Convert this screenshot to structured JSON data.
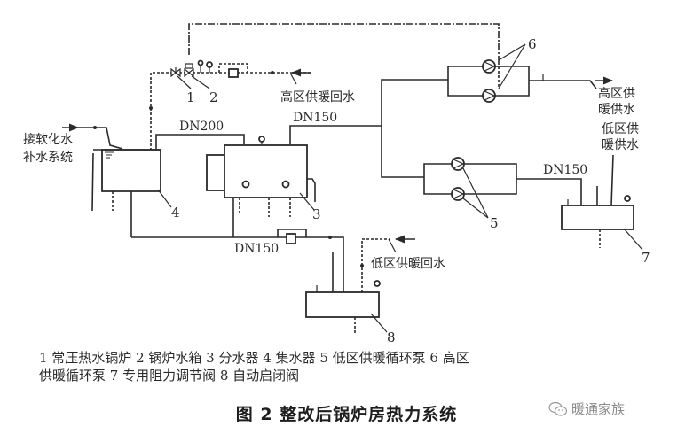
{
  "figure": {
    "caption": "图 2   整改后锅炉房热力系统",
    "watermark": "暖通家族",
    "watermark_icon": "wechat-icon"
  },
  "labels": {
    "makeup_water_line1": "接软化水",
    "makeup_water_line2": "补水系统",
    "dn200": "DN200",
    "dn150_boiler_out": "DN150",
    "dn150_bottom": "DN150",
    "dn150_low_supply": "DN150",
    "high_zone_return": "高区供暖回水",
    "high_zone_supply_line1": "高区供",
    "high_zone_supply_line2": "暖供水",
    "low_zone_supply_line1": "低区供",
    "low_zone_supply_line2": "暖供水",
    "low_zone_return": "低区供暖回水"
  },
  "callouts": [
    "1",
    "2",
    "3",
    "4",
    "5",
    "6",
    "7",
    "8"
  ],
  "legend": {
    "items": [
      {
        "num": "1",
        "text": "常压热水锅炉"
      },
      {
        "num": "2",
        "text": "锅炉水箱"
      },
      {
        "num": "3",
        "text": "分水器"
      },
      {
        "num": "4",
        "text": "集水器"
      },
      {
        "num": "5",
        "text": "低区供暖循环泵"
      },
      {
        "num": "6",
        "text": "高区供暖循环泵"
      },
      {
        "num": "7",
        "text": "专用阻力调节阀"
      },
      {
        "num": "8",
        "text": "自动启闭阀"
      }
    ],
    "line1": "1 常压热水锅炉   2 锅炉水箱   3 分水器   4 集水器   5 低区供暖循环泵   6 高区",
    "line2": "供暖循环泵   7 专用阻力调节阀   8 自动启闭阀"
  },
  "components": [
    {
      "id": 1,
      "name": "常压热水锅炉"
    },
    {
      "id": 2,
      "name": "锅炉水箱"
    },
    {
      "id": 3,
      "name": "分水器"
    },
    {
      "id": 4,
      "name": "集水器"
    },
    {
      "id": 5,
      "name": "低区供暖循环泵",
      "count": 2
    },
    {
      "id": 6,
      "name": "高区供暖循环泵",
      "count": 2
    },
    {
      "id": 7,
      "name": "专用阻力调节阀"
    },
    {
      "id": 8,
      "name": "自动启闭阀"
    }
  ]
}
